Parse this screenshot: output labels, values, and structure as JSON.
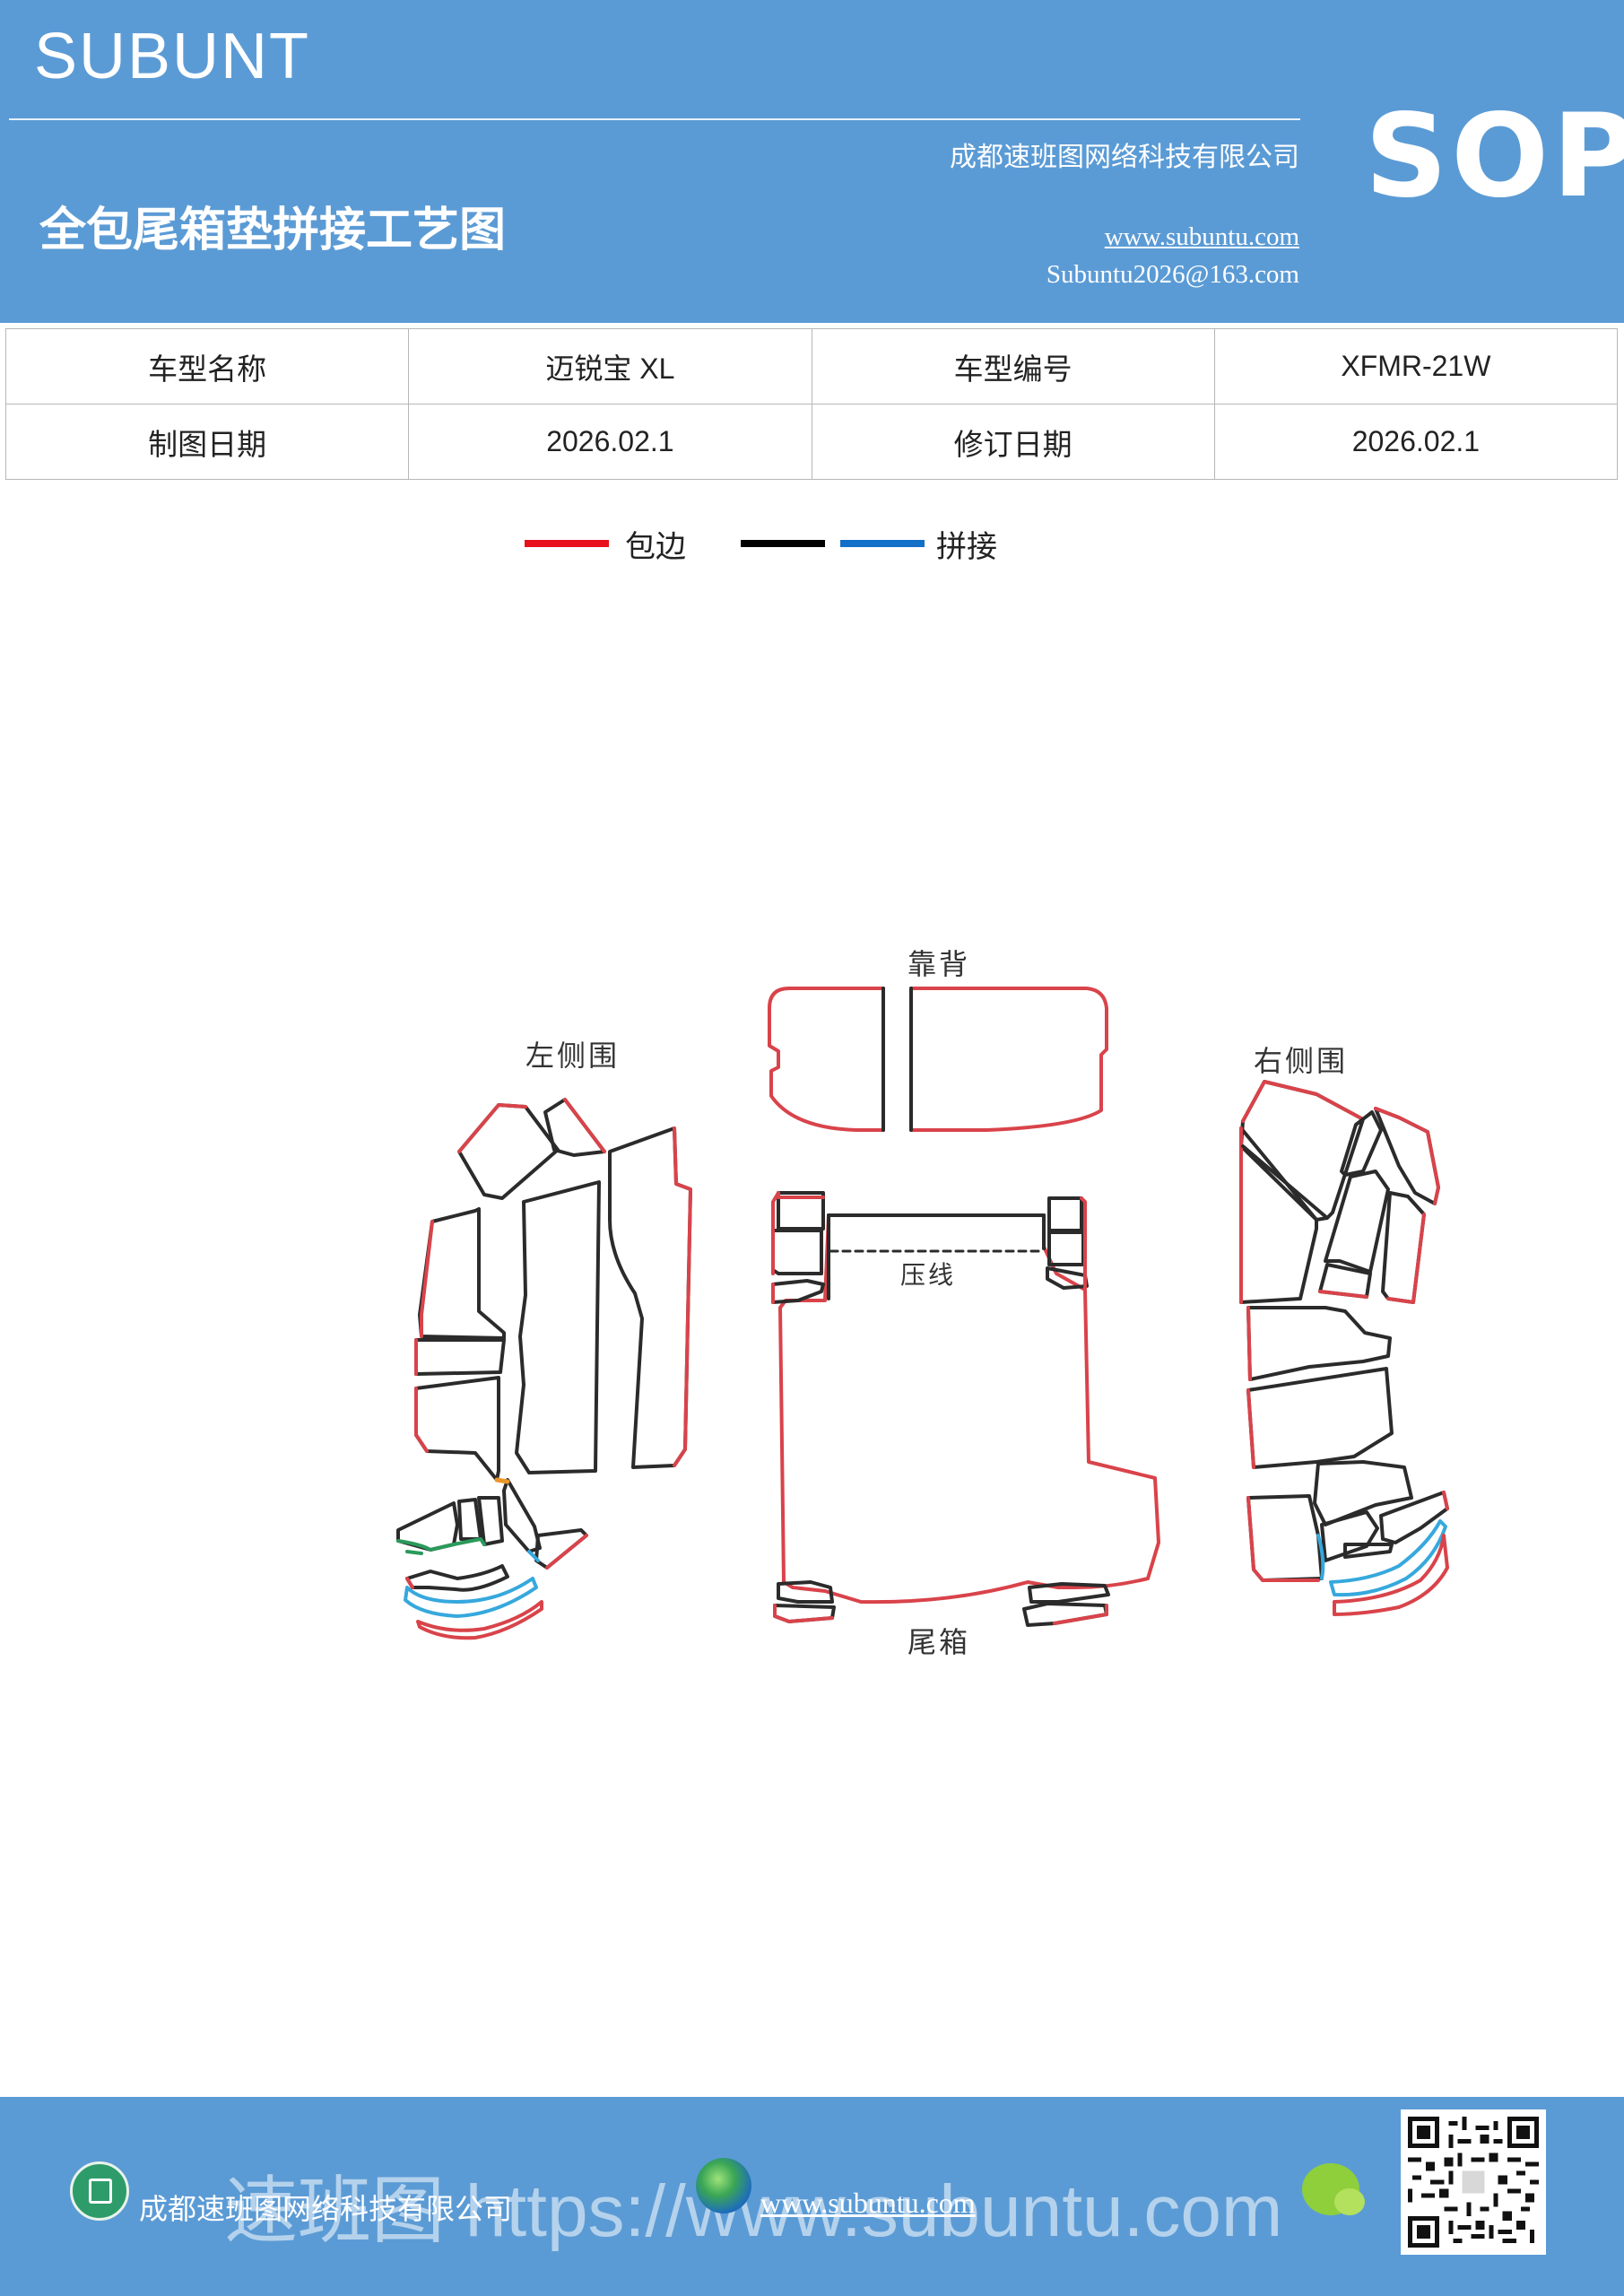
{
  "header": {
    "brand": "SUBUNT",
    "title": "全包尾箱垫拼接工艺图",
    "company": "成都速班图网络科技有限公司",
    "website": "www.subuntu.com",
    "email": "Subuntu2026@163.com",
    "badge": "SOP"
  },
  "info_table": [
    [
      {
        "label": "车型名称",
        "value": "迈锐宝 XL"
      },
      {
        "label": "车型编号",
        "value": "XFMR-21W"
      }
    ],
    [
      {
        "label": "制图日期",
        "value": "2026.02.1"
      },
      {
        "label": "修订日期",
        "value": "2026.02.1"
      }
    ]
  ],
  "legend": {
    "items": [
      {
        "color": "#e8101a",
        "label": "包边"
      },
      {
        "color": "#000000",
        "label": ""
      },
      {
        "color": "#1270c8",
        "label": "拼接"
      }
    ]
  },
  "diagram": {
    "labels": {
      "backrest": "靠背",
      "left_side": "左侧围",
      "right_side": "右侧围",
      "press_line": "压线",
      "trunk": "尾箱"
    },
    "colors": {
      "edge_binding": "#d9434a",
      "seam": "#2b2b2b",
      "splice": "#36a8dd",
      "green": "#2a9a5b",
      "orange": "#e9962b"
    }
  },
  "footer": {
    "company": "成都速班图网络科技有限公司",
    "website": "www.subuntu.com",
    "watermark": "速班图 https://www.subuntu.com"
  }
}
